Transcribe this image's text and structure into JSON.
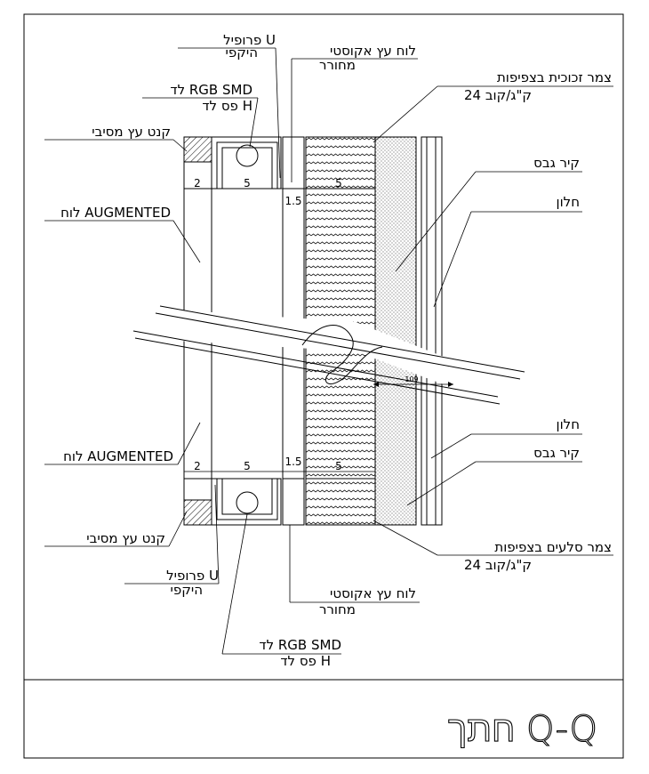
{
  "title": {
    "text": "חתך Q-Q"
  },
  "labels": {
    "u_profile_top": {
      "line1": "פרופיל U",
      "line2": "היקפי"
    },
    "acoustic_board_top": {
      "line1": "לוח עץ אקוסטי",
      "line2": "מחורר"
    },
    "glass_wool": {
      "line1": "צמר זכוכית בצפיפות",
      "line2": "24 ק\"ג/קוב"
    },
    "led_top": {
      "line1": "לד RGB SMD",
      "line2": "פס לד H"
    },
    "solid_wood_top": {
      "line1": "קנט עץ מסיבי"
    },
    "gypsum_top": {
      "line1": "קיר גבס"
    },
    "window_top": {
      "line1": "חלון"
    },
    "augmented_top": {
      "line1": "לוח AUGMENTED"
    },
    "window_bottom": {
      "line1": "חלון"
    },
    "gypsum_bottom": {
      "line1": "קיר גבס"
    },
    "augmented_bottom": {
      "line1": "לוח AUGMENTED"
    },
    "solid_wood_bottom": {
      "line1": "קנט עץ מסיבי"
    },
    "rock_wool": {
      "line1": "צמר סלעים בצפיפות",
      "line2": "24 ק\"ג/קוב"
    },
    "u_profile_bottom": {
      "line1": "פרופיל U",
      "line2": "היקפי"
    },
    "acoustic_board_bottom": {
      "line1": "לוח עץ אקוסטי",
      "line2": "מחורר"
    },
    "led_bottom": {
      "line1": "לד RGB SMD",
      "line2": "פס לד H"
    }
  },
  "dimensions": {
    "top": {
      "a": "2",
      "b": "5",
      "c": "1.5",
      "d": "5"
    },
    "bottom": {
      "a": "2",
      "b": "5",
      "c": "1.5",
      "d": "5"
    },
    "gap": "109"
  }
}
